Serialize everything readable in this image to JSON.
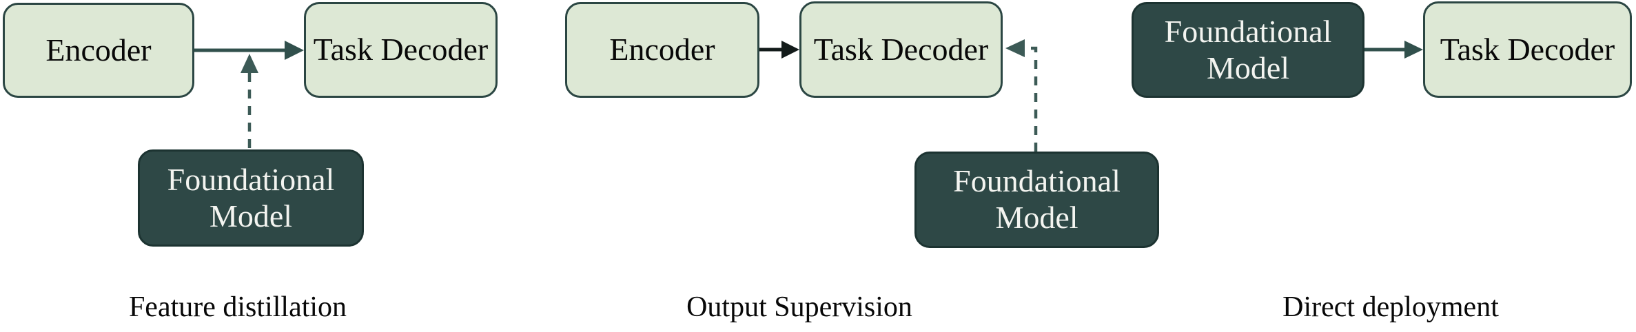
{
  "figure": {
    "type": "diagram",
    "description": "Three side-by-side block diagrams comparing ways of using a foundational model with an encoder / task decoder pipeline"
  },
  "colors": {
    "light_box_fill": "#dde8d5",
    "light_box_border": "#2b4643",
    "dark_box_fill": "#2e4846",
    "dark_box_border": "#1c3331",
    "dark_box_text": "#f3f4f0",
    "text": "#080808",
    "teal_arrow": "#31504c",
    "black_arrow": "#131b1a",
    "dashed_arrow": "#3c5a56",
    "background": "#ffffff"
  },
  "panels": [
    {
      "caption": "Feature distillation",
      "nodes": [
        {
          "label": "Encoder",
          "type": "light"
        },
        {
          "label": "Task Decoder",
          "type": "light"
        },
        {
          "label": "Foundational Model",
          "type": "dark"
        }
      ],
      "edges": [
        {
          "from": "Encoder",
          "to": "Task Decoder",
          "style": "solid"
        },
        {
          "from": "Foundational Model",
          "to": "Encoder-to-Task-Decoder arrow",
          "style": "dashed"
        }
      ]
    },
    {
      "caption": "Output Supervision",
      "nodes": [
        {
          "label": "Encoder",
          "type": "light"
        },
        {
          "label": "Task Decoder",
          "type": "light"
        },
        {
          "label": "Foundational Model",
          "type": "dark"
        }
      ],
      "edges": [
        {
          "from": "Encoder",
          "to": "Task Decoder",
          "style": "solid"
        },
        {
          "from": "Foundational Model",
          "to": "Task Decoder",
          "style": "dashed"
        }
      ]
    },
    {
      "caption": "Direct deployment",
      "nodes": [
        {
          "label": "Foundational Model",
          "type": "dark"
        },
        {
          "label": "Task Decoder",
          "type": "light"
        }
      ],
      "edges": [
        {
          "from": "Foundational Model",
          "to": "Task Decoder",
          "style": "solid"
        }
      ]
    }
  ]
}
